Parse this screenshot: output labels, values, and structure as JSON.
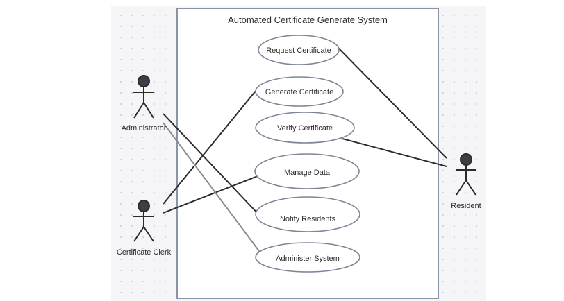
{
  "system": {
    "title": "Automated Certificate Generate System"
  },
  "actors": {
    "administrator": "Administrator",
    "clerk": "Certificate Clerk",
    "resident": "Resident"
  },
  "use_cases": {
    "request": "Request Certificate",
    "generate": "Generate Certificate",
    "verify": "Verify Certificate",
    "manage": "Manage Data",
    "notify": "Notify Residents",
    "administer": "Administer System"
  },
  "colors": {
    "line": "#2a2a2a",
    "line_light": "#8a8a8a",
    "border": "#8a94a6",
    "actor_fill": "#3a3f4a"
  }
}
